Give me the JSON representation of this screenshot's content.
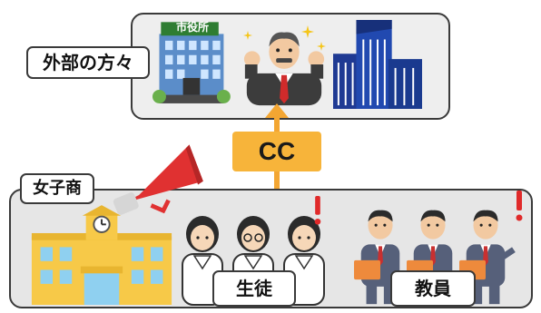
{
  "top_group": {
    "label": "外部の方々"
  },
  "city_hall": {
    "sign": "市役所"
  },
  "connector": {
    "label": "CC"
  },
  "school_group": {
    "label": "女子商"
  },
  "students": {
    "label": "生徒"
  },
  "teachers": {
    "label": "教員"
  },
  "colors": {
    "top_box": "#eeeeee",
    "bottom_box": "#e6e6e6",
    "cc_badge": "#f7b43a",
    "arrow": "#f3a632",
    "alert": "#e02a2a"
  },
  "icons": [
    "city-hall-icon",
    "sparkle-icon",
    "executive-icon",
    "office-buildings-icon",
    "megaphone-icon",
    "school-building-icon",
    "student-icon",
    "teacher-icon",
    "exclamation-icon"
  ]
}
